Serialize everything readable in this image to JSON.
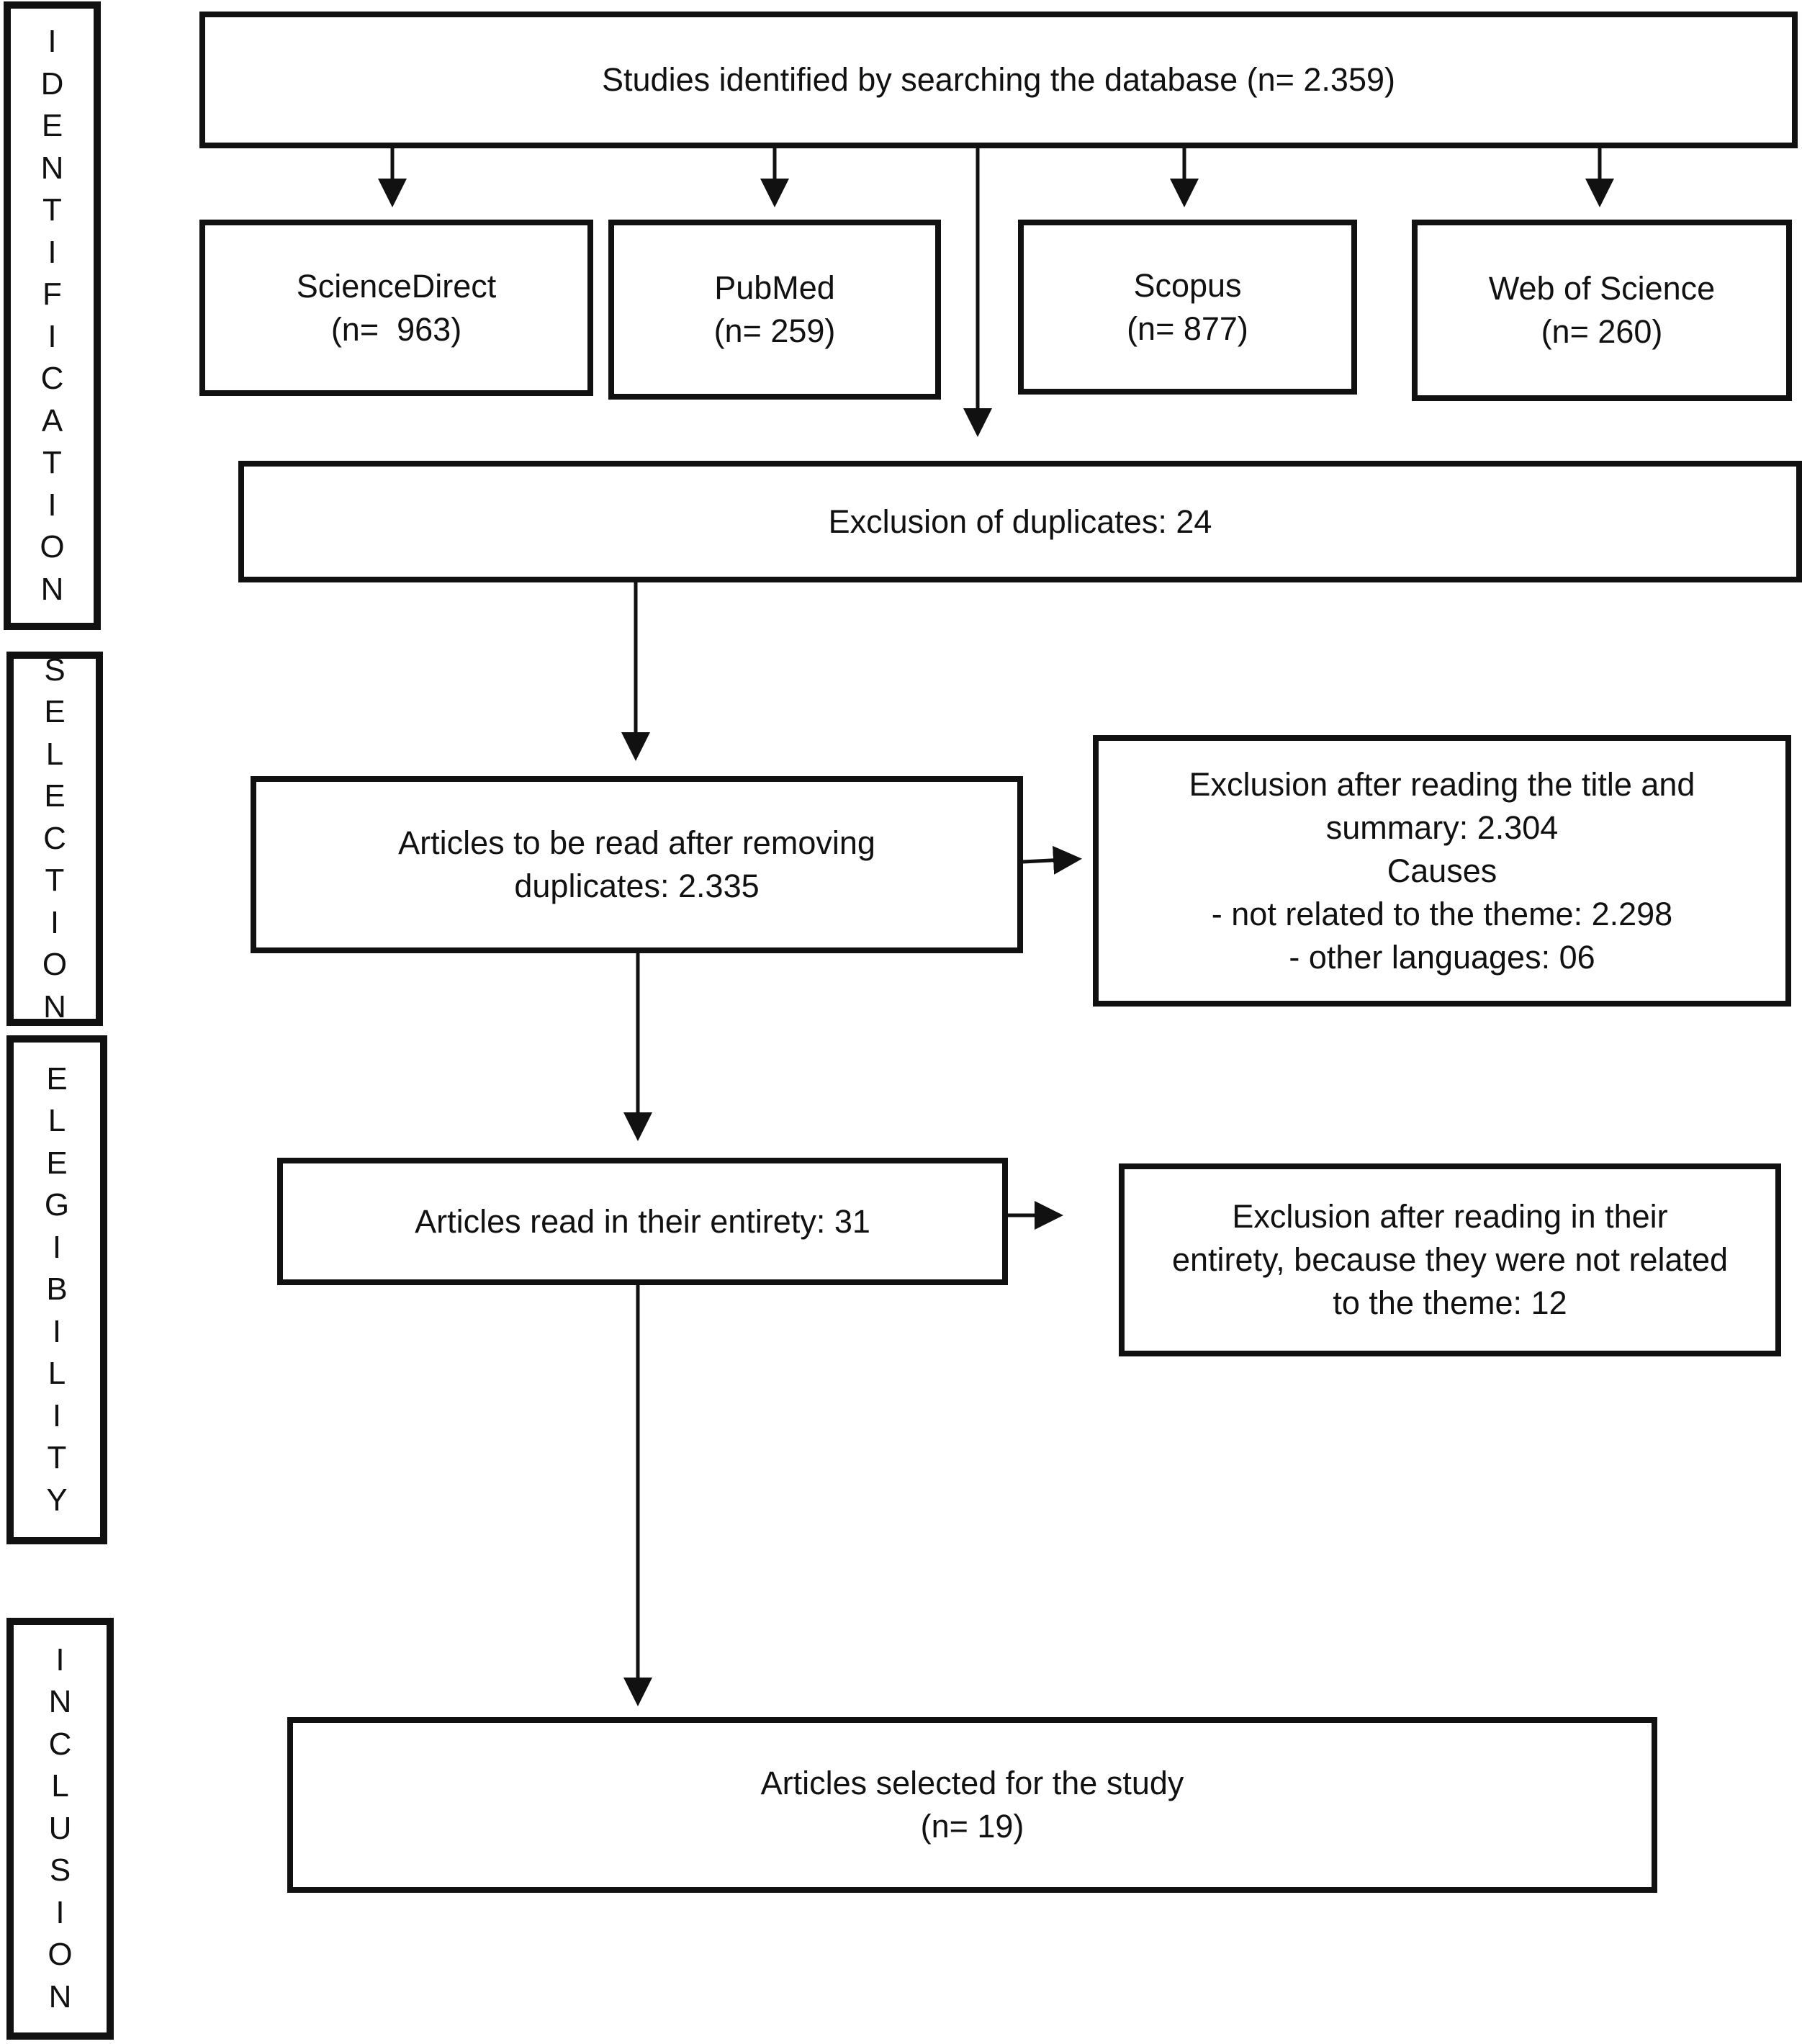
{
  "stages": {
    "identification": [
      "I",
      "D",
      "E",
      "N",
      "T",
      "I",
      "F",
      "I",
      "C",
      "A",
      "T",
      "I",
      "O",
      "N"
    ],
    "selection": [
      "S",
      "E",
      "L",
      "E",
      "C",
      "T",
      "I",
      "O",
      "N"
    ],
    "elegibility": [
      "E",
      "L",
      "E",
      "G",
      "I",
      "B",
      "I",
      "L",
      "I",
      "T",
      "Y"
    ],
    "inclusion": [
      "I",
      "N",
      "C",
      "L",
      "U",
      "S",
      "I",
      "O",
      "N"
    ]
  },
  "boxes": {
    "search": [
      "Studies identified by searching the database (n= 2.359)"
    ],
    "sciencedirect": [
      "ScienceDirect",
      "(n=  963)"
    ],
    "pubmed": [
      "PubMed",
      "(n= 259)"
    ],
    "scopus": [
      "Scopus",
      "(n= 877)"
    ],
    "webofscience": [
      "Web of Science",
      "(n= 260)"
    ],
    "duplicates": [
      "Exclusion of duplicates: 24"
    ],
    "to_read": [
      "Articles to be read after removing",
      "duplicates: 2.335"
    ],
    "exclusion_title": [
      "Exclusion after reading the title and",
      "summary: 2.304",
      "Causes",
      "- not related to the theme: 2.298",
      "- other languages: 06"
    ],
    "read_entirety": [
      "Articles read in their entirety: 31"
    ],
    "exclusion_entirety": [
      "Exclusion after reading in their",
      "entirety, because they were not related",
      "to the theme: 12"
    ],
    "selected": [
      "Articles selected for the study",
      "(n= 19)"
    ]
  },
  "colors": {
    "line": "#111111",
    "background": "#ffffff"
  }
}
